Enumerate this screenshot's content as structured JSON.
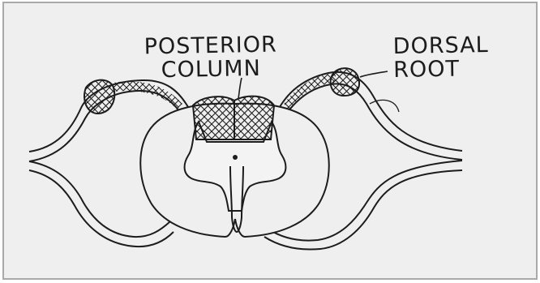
{
  "labels": {
    "posterior_line1": "POSTERIOR",
    "posterior_line2": "COLUMN",
    "dorsal_line1": "DORSAL",
    "dorsal_line2": "ROOT"
  },
  "colors": {
    "paper": "#efefef",
    "ink": "#1c1c1c",
    "frame": "#a9a9a9"
  }
}
